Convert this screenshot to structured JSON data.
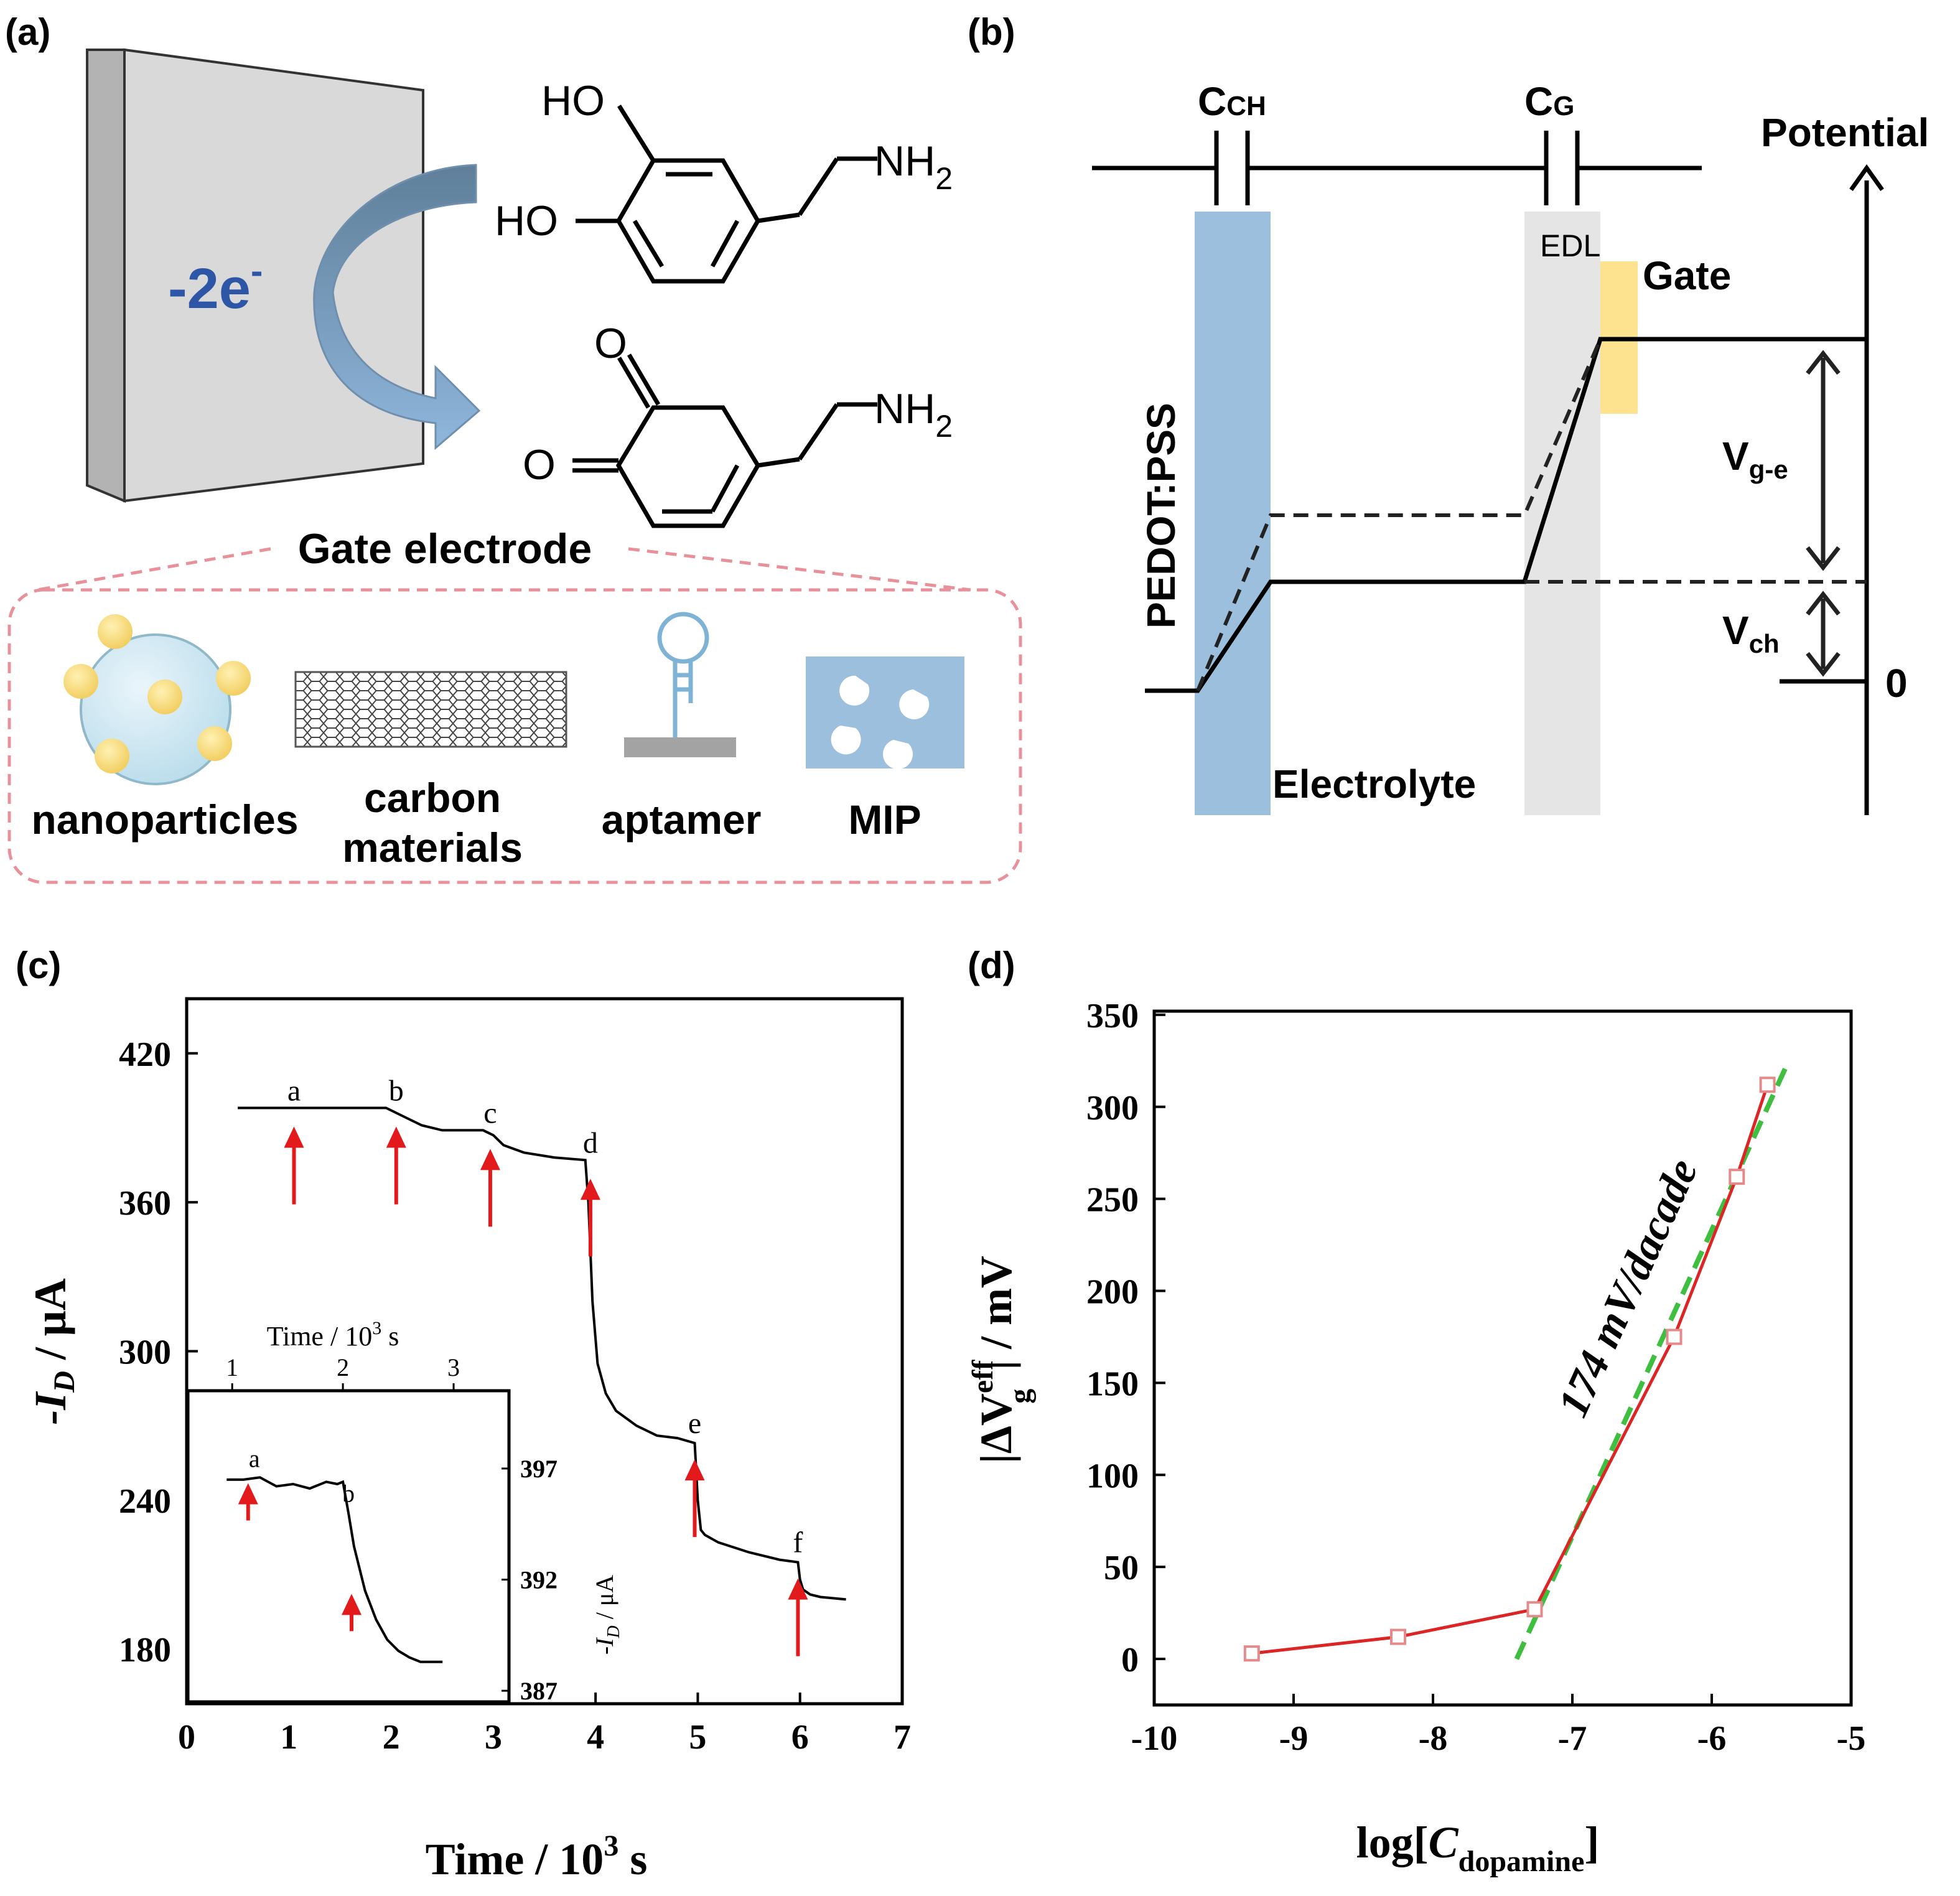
{
  "panels": {
    "a": {
      "label": "(a)",
      "electron_label": "-2e",
      "electron_superscript": "-",
      "dopamine_ho_top": "HO",
      "dopamine_ho_bottom": "HO",
      "quinone_o_top": "O",
      "quinone_o_bottom": "O",
      "amine_label": "NH",
      "amine_subscript": "2",
      "gate_electrode_title": "Gate electrode",
      "modifiers": [
        {
          "label": "nanoparticles",
          "icon": "nanoparticle-sphere-icon"
        },
        {
          "label_line1": "carbon",
          "label_line2": "materials",
          "icon": "carbon-nanotube-icon"
        },
        {
          "label": "aptamer",
          "icon": "aptamer-hairpin-icon"
        },
        {
          "label": "MIP",
          "icon": "molecularly-imprinted-polymer-icon"
        }
      ]
    },
    "b": {
      "label": "(b)",
      "c_ch_main": "C",
      "c_ch_sub": "CH",
      "c_g_main": "C",
      "c_g_sub": "G",
      "edl_label": "EDL",
      "gate_label": "Gate",
      "potential_label": "Potential",
      "pedot_label": "PEDOT:PSS",
      "electrolyte_label": "Electrolyte",
      "v_ge_main": "V",
      "v_ge_sub": "g-e",
      "v_ch_main": "V",
      "v_ch_sub": "ch",
      "zero_label": "0",
      "colors": {
        "pedot": "#9bbfdc",
        "edl": "#e5e5e5",
        "gate": "#fde28f"
      }
    },
    "c": {
      "label": "(c)",
      "xlabel": "Time / 10",
      "xlabel_sup": "3",
      "xlabel_unit": " s",
      "ylabel": "-I",
      "ylabel_sub": "D",
      "ylabel_unit": " / μA",
      "inset_xlabel": "Time / 10",
      "inset_xlabel_sup": "3",
      "inset_xlabel_unit": " s",
      "inset_ylabel": "-I",
      "inset_ylabel_sub": "D",
      "inset_ylabel_unit": " / μA"
    },
    "d": {
      "label": "(d)",
      "slope_label": "174 mV/dacade",
      "xlabel_prefix": "log[",
      "xlabel_var": "C",
      "xlabel_sub": "dopamine",
      "xlabel_suffix": "]",
      "ylabel": "|ΔV",
      "ylabel_sup": "eff",
      "ylabel_sub": "g",
      "ylabel_unit": "| / mV"
    }
  },
  "chart_data": [
    {
      "id": "c-main",
      "type": "line",
      "xlabel": "Time / 10³ s",
      "ylabel": "-I_D / μA",
      "xlim": [
        0,
        7
      ],
      "ylim": [
        158,
        442
      ],
      "xticks": [
        0,
        1,
        2,
        3,
        4,
        5,
        6,
        7
      ],
      "yticks": [
        180,
        240,
        300,
        360,
        420
      ],
      "color": "#000000",
      "x": [
        0.5,
        0.8,
        1.0,
        1.5,
        1.95,
        2.05,
        2.15,
        2.3,
        2.5,
        2.9,
        3.0,
        3.1,
        3.3,
        3.6,
        3.9,
        3.93,
        3.97,
        4.02,
        4.1,
        4.2,
        4.4,
        4.6,
        4.8,
        4.97,
        5.0,
        5.03,
        5.07,
        5.2,
        5.5,
        5.8,
        5.98,
        6.0,
        6.03,
        6.1,
        6.2,
        6.45
      ],
      "y": [
        398,
        398,
        398,
        398,
        398,
        396,
        394,
        391,
        389,
        389,
        387,
        383,
        380,
        378,
        377,
        360,
        320,
        295,
        283,
        276,
        270,
        266,
        265,
        263,
        240,
        228,
        226,
        223,
        219,
        216,
        215,
        208,
        204,
        202,
        201,
        200
      ],
      "annotations": [
        {
          "label": "a",
          "x": 1.05,
          "arrow_y": 396
        },
        {
          "label": "b",
          "x": 2.05,
          "arrow_y": 396
        },
        {
          "label": "c",
          "x": 2.97,
          "arrow_y": 387
        },
        {
          "label": "d",
          "x": 3.95,
          "arrow_y": 375
        },
        {
          "label": "e",
          "x": 4.97,
          "arrow_y": 262
        },
        {
          "label": "f",
          "x": 5.98,
          "arrow_y": 214
        }
      ],
      "annotation_arrow_color": "#e31a1c"
    },
    {
      "id": "c-inset",
      "type": "line",
      "xlabel": "Time / 10³ s",
      "ylabel": "-I_D / μA",
      "xlim": [
        0.6,
        3.5
      ],
      "ylim": [
        386.5,
        400.5
      ],
      "xticks": [
        1,
        2,
        3
      ],
      "yticks": [
        387,
        392,
        397
      ],
      "color": "#000000",
      "x": [
        0.95,
        1.1,
        1.25,
        1.4,
        1.55,
        1.7,
        1.85,
        1.95,
        2.0,
        2.05,
        2.1,
        2.2,
        2.3,
        2.4,
        2.5,
        2.6,
        2.7,
        2.9
      ],
      "y": [
        396.5,
        396.5,
        396.6,
        396.2,
        396.3,
        396.1,
        396.4,
        396.3,
        396.4,
        395.0,
        393.5,
        391.5,
        390.2,
        389.3,
        388.8,
        388.5,
        388.3,
        388.3
      ],
      "annotations": [
        {
          "label": "a",
          "x": 1.2
        },
        {
          "label": "b",
          "x": 2.05
        }
      ]
    },
    {
      "id": "d",
      "type": "line",
      "xlabel": "log[C_dopamine]",
      "ylabel": "|ΔV_g^eff| / mV",
      "xlim": [
        -10,
        -5
      ],
      "ylim": [
        -25,
        352
      ],
      "xticks": [
        -10,
        -9,
        -8,
        -7,
        -6,
        -5
      ],
      "yticks": [
        0,
        50,
        100,
        150,
        200,
        250,
        300,
        350
      ],
      "series": [
        {
          "kind": "data",
          "color": "#dc2626",
          "marker": "square-open",
          "x": [
            -9.3,
            -8.25,
            -7.27,
            -6.27,
            -5.82,
            -5.6
          ],
          "y": [
            3,
            12,
            27,
            175,
            262,
            312
          ]
        },
        {
          "kind": "fit",
          "color": "#3fbf3f",
          "dash": true,
          "x": [
            -7.4,
            -5.46
          ],
          "y": [
            0,
            323
          ]
        }
      ],
      "annotation": {
        "text": "174 mV/dacade"
      }
    }
  ]
}
